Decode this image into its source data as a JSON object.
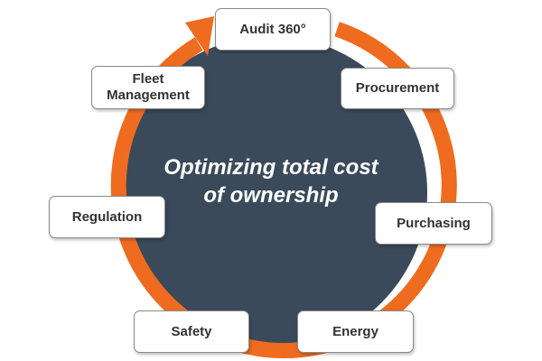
{
  "center": {
    "line1": "Optimizing total cost",
    "line2": "of ownership"
  },
  "nodes": {
    "audit": "Audit 360°",
    "procurement": "Procurement",
    "purchasing": "Purchasing",
    "energy": "Energy",
    "safety": "Safety",
    "regulation": "Regulation",
    "fleet_line1": "Fleet",
    "fleet_line2": "Management"
  },
  "colors": {
    "ring": "#ef6b1f",
    "center_fill": "#3a4a5a",
    "node_border": "#8a8a8a",
    "node_text": "#333333",
    "center_text": "#ffffff"
  },
  "icons": {
    "cycle_arrow": "arrow-head-icon"
  }
}
